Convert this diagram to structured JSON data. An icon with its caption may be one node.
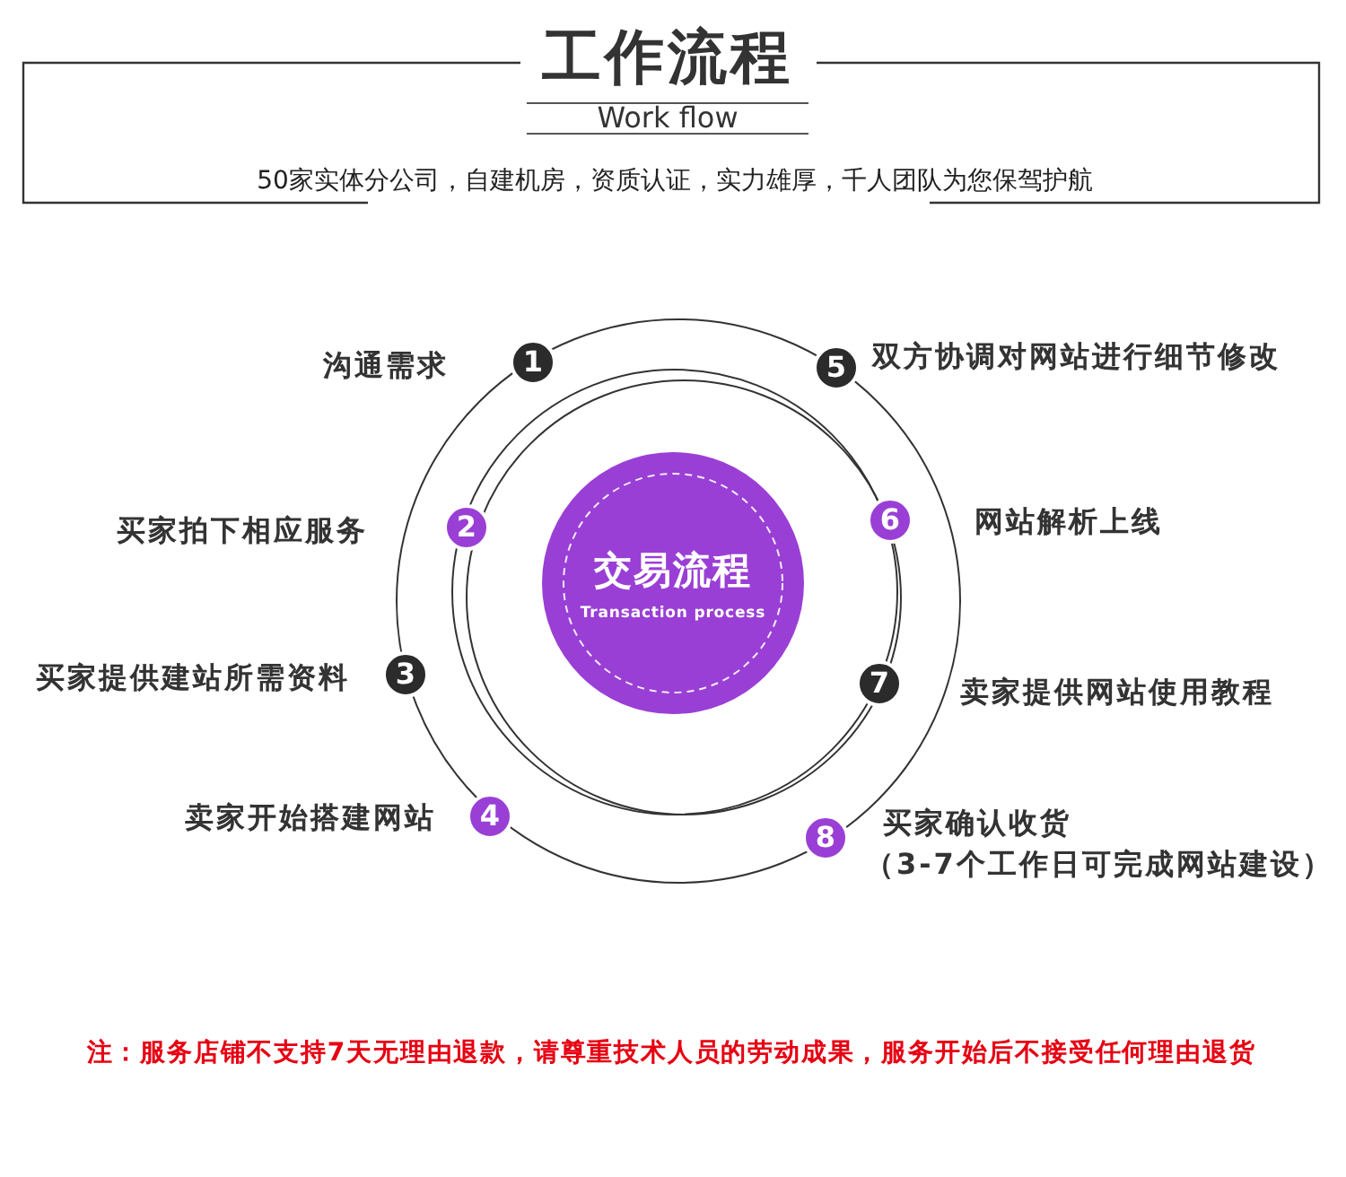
{
  "diagram": {
    "title": "工作流程",
    "nodes": [
      {
        "text": [
          "交易流程",
          "Transaction process"
        ]
      },
      {
        "text": [
          "1"
        ],
        "beside": [
          "沟通需求"
        ]
      },
      {
        "text": [
          "2"
        ],
        "beside": [
          "买家拍下相应服务"
        ]
      },
      {
        "text": [
          "3"
        ],
        "beside": [
          "买家提供建站所需资料"
        ]
      },
      {
        "text": [
          "4"
        ],
        "beside": [
          "卖家开始搭建网站"
        ]
      },
      {
        "text": [
          "5"
        ],
        "beside": [
          "双方协调对网站进行细节修改"
        ]
      },
      {
        "text": [
          "6"
        ],
        "beside": [
          "网站解析上线"
        ]
      },
      {
        "text": [
          "7"
        ],
        "beside": [
          "卖家提供网站使用教程"
        ]
      },
      {
        "text": [
          "8"
        ],
        "beside": [
          "买家确认收货",
          "（3-7个工作日可完成网站建设）"
        ]
      }
    ],
    "labels": [
      "Work flow",
      "50家实体分公司，自建机房，资质认证，实力雄厚，千人团队为您保驾护航",
      "注：服务店铺不支持7天无理由退款，请尊重技术人员的劳动成果，服务开始后不接受任何理由退货"
    ]
  }
}
